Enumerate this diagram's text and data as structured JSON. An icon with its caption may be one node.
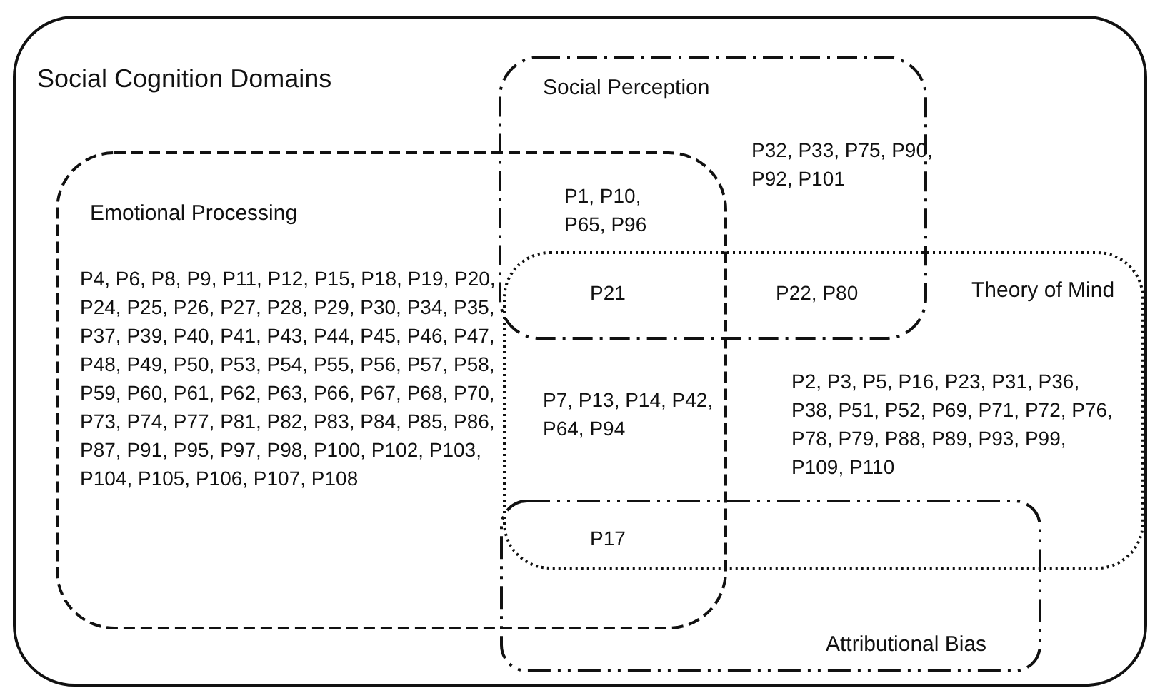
{
  "diagram": {
    "nodes": [
      {
        "text": [
          "Social Cognition Domains"
        ]
      },
      {
        "text": [
          "Social Perception"
        ],
        "in": 0
      },
      {
        "text": [
          "Emotional Processing"
        ],
        "in": 0
      },
      {
        "text": [
          "Theory of Mind"
        ],
        "in": 0
      },
      {
        "text": [
          "Attributional Bias"
        ],
        "in": 0
      }
    ],
    "edges": [],
    "labels": [
      "P32, P33, P75, P90, P92, P101",
      "P1, P10, P65, P96",
      "P4, P6, P8, P9, P11, P12, P15, P18, P19, P20, P24, P25, P26, P27, P28, P29, P30, P34, P35, P37, P39, P40, P41, P43, P44, P45, P46, P47, P48, P49, P50, P53, P54, P55, P56, P57, P58, P59, P60, P61, P62, P63, P66, P67, P68, P70, P73, P74, P77, P81, P82, P83, P84, P85, P86, P87, P91, P95, P97, P98, P100, P102, P103, P104, P105, P106, P107, P108",
      "P21",
      "P22, P80",
      "P2, P3, P5, P16, P23, P31, P36, P38, P51, P52, P69, P71, P72, P76, P78, P79, P88, P89, P93, P99, P109, P110",
      "P7, P13, P14, P42, P64, P94",
      "P17"
    ]
  }
}
